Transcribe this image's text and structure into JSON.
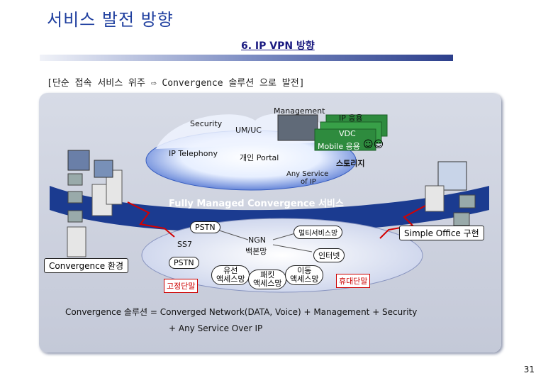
{
  "header": {
    "title": "서비스 발전 방향",
    "subtitle": "6. IP VPN 방향",
    "bracket_text": "[단순 접속 서비스 위주 ⇨ Convergence 솔루션 으로 발전]"
  },
  "cloud": {
    "management": "Management",
    "security": "Security",
    "um_uc": "UM/UC",
    "ip_telephony": "IP Telephony",
    "personal_portal": "개인 Portal",
    "any_service": "Any Service",
    "of_ip": "of IP"
  },
  "stack": {
    "ip_app": "IP 응용",
    "vdc": "VDC",
    "mobile": "Mobile 응용",
    "storage": "스토리지"
  },
  "band_label": "Fully Managed Convergence 서비스",
  "network": {
    "pstn_top": "PSTN",
    "ss7": "SS7",
    "ngn": "NGN",
    "backbone": "백본망",
    "pstn_bottom": "PSTN",
    "multiservice": "멀티서비스망",
    "internet": "인터넷",
    "wired1": "유선",
    "wired2": "액세스망",
    "packet1": "패킷",
    "packet2": "액세스망",
    "mobile1": "이동",
    "mobile2": "액세스망"
  },
  "terminals": {
    "fixed": "고정단말",
    "portable": "휴대단말"
  },
  "convergence_env": "Convergence 환경",
  "simple_office": "Simple Office 구현",
  "formula_line1": "Convergence 솔루션 = Converged Network(DATA, Voice) + Management + Security",
  "formula_line2": "+ Any Service Over IP",
  "page_number": "31",
  "colors": {
    "title": "#1f3f9f",
    "cloud": "#4a6fd0",
    "band": "#1b3b90",
    "green": "#2e8b3e",
    "red_line": "#d40000"
  }
}
